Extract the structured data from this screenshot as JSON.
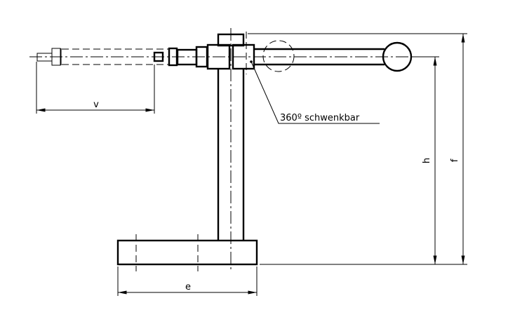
{
  "drawing": {
    "annotation": "360º schwenkbar",
    "dimensions": {
      "v": "v",
      "e": "e",
      "h": "h",
      "f": "f"
    }
  }
}
